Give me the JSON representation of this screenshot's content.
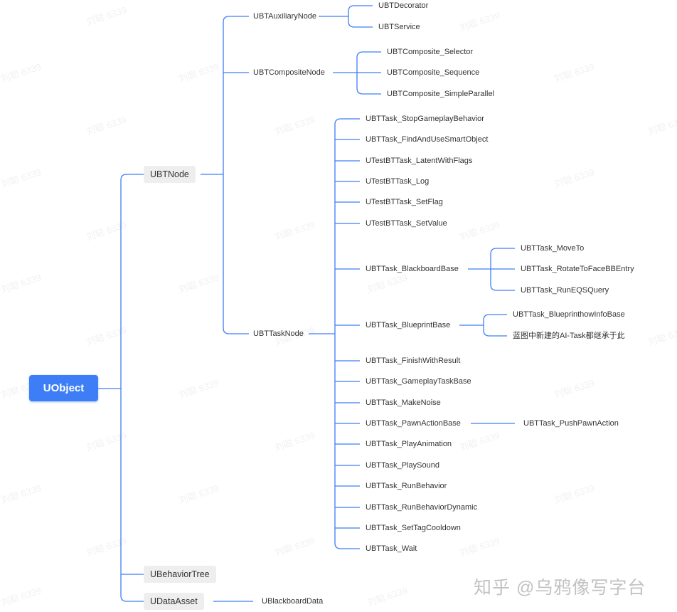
{
  "diagram": {
    "root": {
      "label": "UObject"
    },
    "ubtnode": {
      "label": "UBTNode"
    },
    "auxiliary": {
      "label": "UBTAuxiliaryNode",
      "children": [
        "UBTDecorator",
        "UBTService"
      ]
    },
    "composite": {
      "label": "UBTCompositeNode",
      "children": [
        "UBTComposite_Selector",
        "UBTComposite_Sequence",
        "UBTComposite_SimpleParallel"
      ]
    },
    "tasknode": {
      "label": "UBTTaskNode"
    },
    "tasks": [
      "UBTTask_StopGameplayBehavior",
      "UBTTask_FindAndUseSmartObject",
      "UTestBTTask_LatentWithFlags",
      "UTestBTTask_Log",
      "UTestBTTask_SetFlag",
      "UTestBTTask_SetValue",
      "UBTTask_BlackboardBase",
      "UBTTask_BlueprintBase",
      "UBTTask_FinishWithResult",
      "UBTTask_GameplayTaskBase",
      "UBTTask_MakeNoise",
      "UBTTask_PawnActionBase",
      "UBTTask_PlayAnimation",
      "UBTTask_PlaySound",
      "UBTTask_RunBehavior",
      "UBTTask_RunBehaviorDynamic",
      "UBTTask_SetTagCooldown",
      "UBTTask_Wait"
    ],
    "blackboard_children": [
      "UBTTask_MoveTo",
      "UBTTask_RotateToFaceBBEntry",
      "UBTTask_RunEQSQuery"
    ],
    "blueprint_children": [
      "UBTTask_BlueprinthowInfoBase",
      "蓝图中新建的AI-Task都继承于此"
    ],
    "pawnaction_children": [
      "UBTTask_PushPawnAction"
    ],
    "behaviortree": {
      "label": "UBehaviorTree"
    },
    "dataasset": {
      "label": "UDataAsset",
      "children": [
        "UBlackboardData"
      ]
    }
  },
  "watermark": "刘聪 6339",
  "credit": "知乎 @乌鸦像写字台",
  "colors": {
    "line": "#3d7ef7",
    "root_fill": "#3d7ef7",
    "pill_fill": "#eeeeee",
    "text": "#333333"
  }
}
